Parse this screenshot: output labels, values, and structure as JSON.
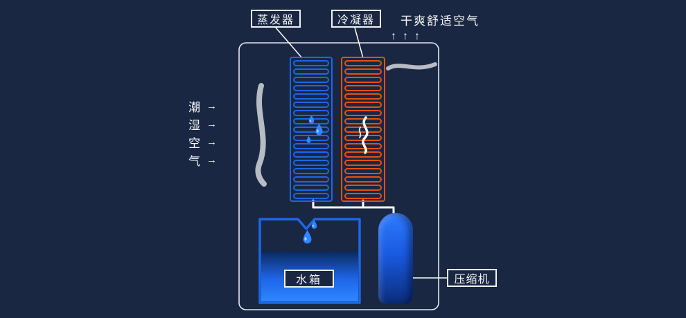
{
  "labels": {
    "evaporator": "蒸发器",
    "condenser": "冷凝器",
    "dry_air": "干爽舒适空气",
    "water_tank": "水箱",
    "compressor": "压缩机"
  },
  "humid_air": {
    "chars": [
      "潮",
      "湿",
      "空",
      "气"
    ]
  },
  "symbols": {
    "right_arrow": "→",
    "up_arrow": "↑"
  },
  "colors": {
    "background": "#1a2742",
    "evaporator_blue": "#1c67e6",
    "condenser_orange": "#e8500f",
    "water_blue": "#2173f2",
    "droplet_blue": "#2f86ff",
    "pipe_white": "#ffffff",
    "outline_white": "#e5e9ee",
    "swoosh_gray": "#c9ccd1"
  }
}
